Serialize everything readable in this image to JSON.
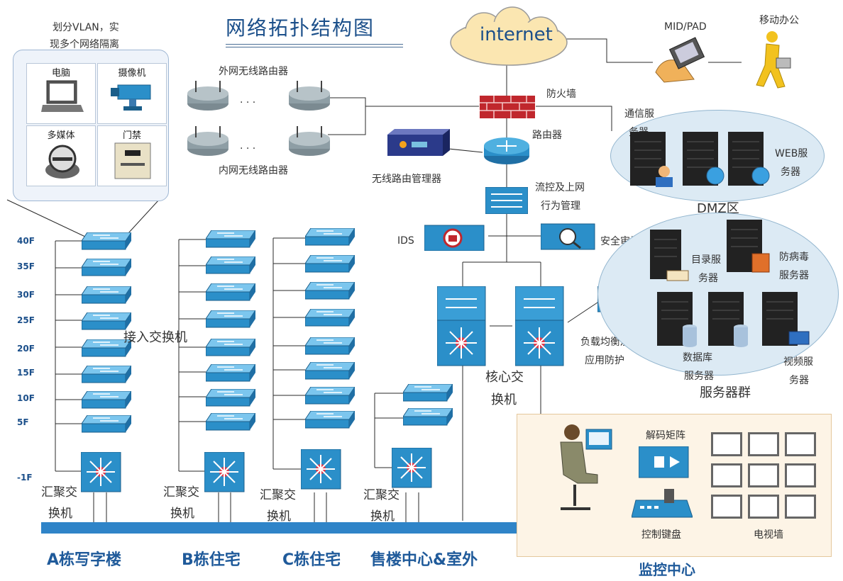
{
  "title": "网络拓扑结构图",
  "vlan_note": [
    "划分VLAN，实",
    "现多个网络隔离"
  ],
  "devices": [
    "电脑",
    "摄像机",
    "多媒体",
    "门禁"
  ],
  "internet": "internet",
  "mobile": {
    "pad": "MID/PAD",
    "office": "移动办公"
  },
  "wifi": {
    "outer": "外网无线路由器",
    "inner": "内网无线路由器",
    "ellipsis": ". . ."
  },
  "core_chain": {
    "firewall": "防火墙",
    "router": "路由器",
    "wireless_mgr": "无线路由管理器",
    "flow": [
      "流控及上网",
      "行为管理"
    ],
    "ids": "IDS",
    "audit": "安全审计",
    "core_switch": [
      "核心交",
      "换机"
    ],
    "lb": [
      "负载均衡及",
      "应用防护"
    ]
  },
  "dmz": {
    "label": "DMZ区",
    "comm": [
      "通信服",
      "务器"
    ],
    "web": [
      "WEB服",
      "务器"
    ]
  },
  "servers": {
    "group": "服务器群",
    "dir": [
      "目录服",
      "务器"
    ],
    "av": [
      "防病毒",
      "服务器"
    ],
    "db": [
      "数据库",
      "服务器"
    ],
    "video": [
      "视频服",
      "务器"
    ]
  },
  "floors": [
    "40F",
    "35F",
    "30F",
    "25F",
    "20F",
    "15F",
    "10F",
    "5F",
    "-1F"
  ],
  "access_switch": "接入交换机",
  "agg": [
    "汇聚交",
    "换机"
  ],
  "buildings": [
    "A栋写字楼",
    "B栋住宅",
    "C栋住宅",
    "售楼中心&室外"
  ],
  "monitor": {
    "title": "监控中心",
    "matrix": "解码矩阵",
    "keyboard": "控制键盘",
    "wall": "电视墙"
  },
  "colors": {
    "switch": "#2b8fc9",
    "firewall": "#c0272d",
    "title": "#1b4f8a",
    "bus": "#2f84c8"
  }
}
